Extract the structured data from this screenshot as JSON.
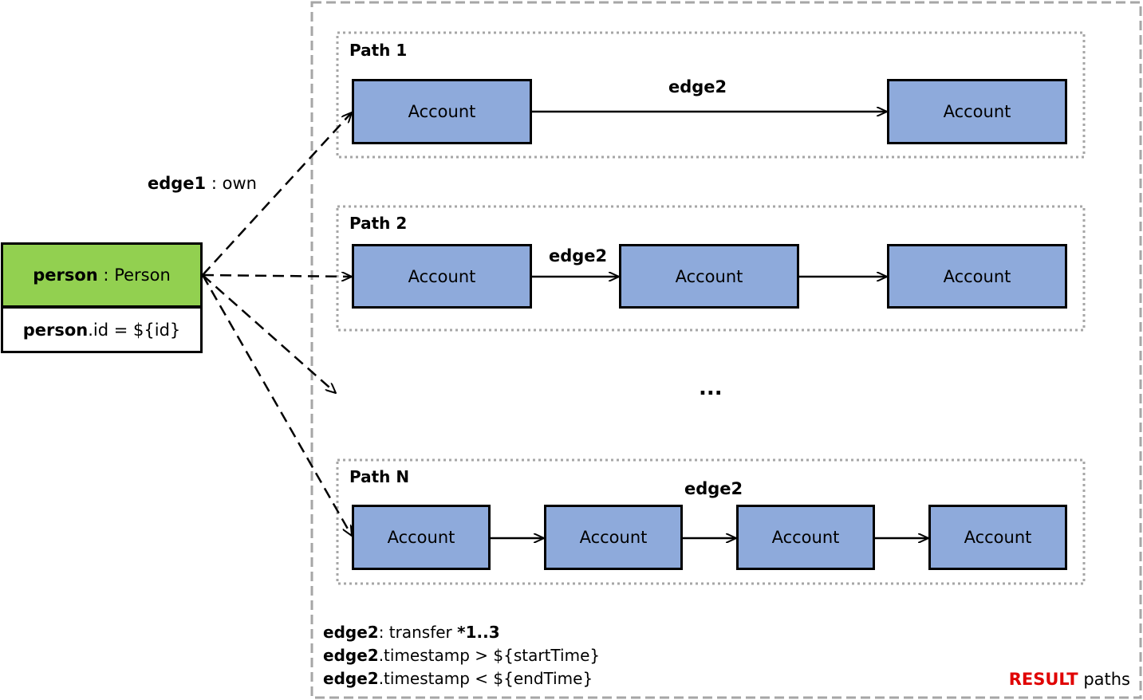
{
  "person": {
    "var": "person",
    "sep": " : ",
    "type": "Person",
    "cond_var": "person",
    "cond_rest": ".id = ${id}"
  },
  "edge1": {
    "var": "edge1",
    "rest": " : own"
  },
  "paths": [
    {
      "label": "Path 1",
      "nodes": [
        "Account",
        "Account"
      ],
      "edge_label": "edge2"
    },
    {
      "label": "Path 2",
      "nodes": [
        "Account",
        "Account",
        "Account"
      ],
      "edge_label": "edge2"
    },
    {
      "label": "Path N",
      "nodes": [
        "Account",
        "Account",
        "Account",
        "Account"
      ],
      "edge_label": "edge2"
    }
  ],
  "ellipsis": "...",
  "conditions": [
    {
      "var": "edge2",
      "rest": ": transfer ",
      "extra": "*1..3"
    },
    {
      "var": "edge2",
      "rest": ".timestamp > ${startTime}",
      "extra": ""
    },
    {
      "var": "edge2",
      "rest": ".timestamp < ${endTime}",
      "extra": ""
    }
  ],
  "result": {
    "highlight": "RESULT",
    "rest": " paths"
  },
  "colors": {
    "account": "#8eaadb",
    "person": "#92d050",
    "result": "#e00000",
    "dashed_border": "#a6a6a6"
  }
}
